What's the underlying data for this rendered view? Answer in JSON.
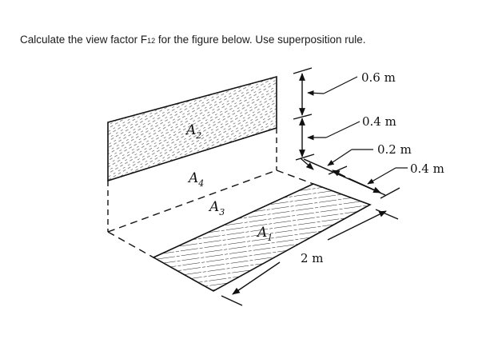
{
  "question": {
    "prefix": "Calculate the view factor F",
    "subscript": "12",
    "suffix": " for the figure below. Use superposition rule."
  },
  "figure": {
    "surfaces": [
      {
        "id": "A2",
        "letter": "A",
        "index": "2",
        "shaded": true,
        "orientation": "vertical"
      },
      {
        "id": "A4",
        "letter": "A",
        "index": "4",
        "shaded": false,
        "orientation": "vertical"
      },
      {
        "id": "A3",
        "letter": "A",
        "index": "3",
        "shaded": false,
        "orientation": "horizontal"
      },
      {
        "id": "A1",
        "letter": "A",
        "index": "1",
        "shaded": true,
        "orientation": "horizontal"
      }
    ],
    "dimensions": {
      "a2_height": "0.6 m",
      "a4_height": "0.4 m",
      "a3_depth": "0.2 m",
      "a1_depth": "0.4 m",
      "length": "2 m"
    }
  }
}
